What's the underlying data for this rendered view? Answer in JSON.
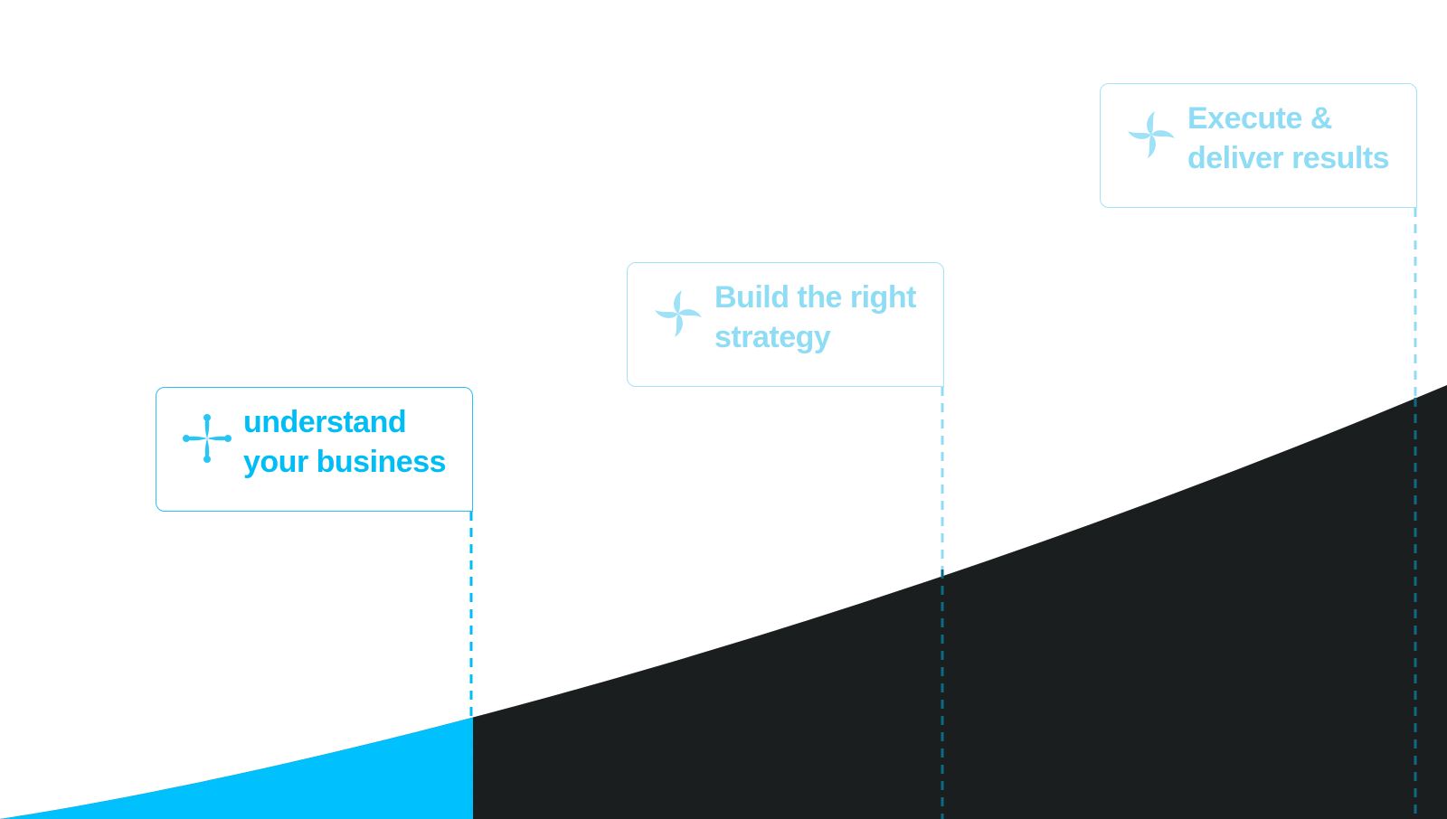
{
  "diagram": {
    "title": "",
    "colors": {
      "curve_fill_active": "#00c1fd",
      "curve_fill_rest": "#1b1e1e",
      "active_accent": "#00bdf5",
      "inactive_accent": "#8fdcf5",
      "connector_on_dark": "#0c6a86",
      "background": "#ffffff"
    },
    "steps": [
      {
        "label_line1": "understand",
        "label_line2": "your business",
        "icon": "sparkle-icon",
        "state": "active"
      },
      {
        "label_line1": "Build the right",
        "label_line2": "strategy",
        "icon": "pinwheel-icon",
        "state": "inactive"
      },
      {
        "label_line1": "Execute &",
        "label_line2": "deliver results",
        "icon": "pinwheel-icon",
        "state": "inactive"
      }
    ]
  }
}
